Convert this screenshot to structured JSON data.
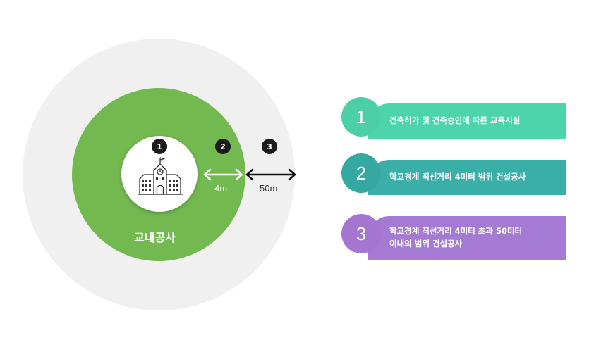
{
  "diagram": {
    "zone_label": "교내공사",
    "badges": [
      "1",
      "2",
      "3"
    ],
    "distances": {
      "inner": "4m",
      "outer": "50m"
    }
  },
  "legend": [
    {
      "number": "1",
      "lines": [
        "건축허가 및 건축승인에 따른 교육시설"
      ],
      "color": "#4dd4aa",
      "circle_color": "#4ccfa5"
    },
    {
      "number": "2",
      "lines": [
        "학교경계 직선거리 4미터 범위 건설공사"
      ],
      "color": "#3aafa8",
      "circle_color": "#35a8a1"
    },
    {
      "number": "3",
      "lines": [
        "학교경계 직선거리 4미터 초과 50미터",
        "이내의 범위 건설공사"
      ],
      "color": "#a57ad2",
      "circle_color": "#a576d0"
    }
  ],
  "colors": {
    "outer_ring": "#f0f0f0",
    "middle_ring": "#72b94f",
    "inner_disc": "#ffffff"
  }
}
